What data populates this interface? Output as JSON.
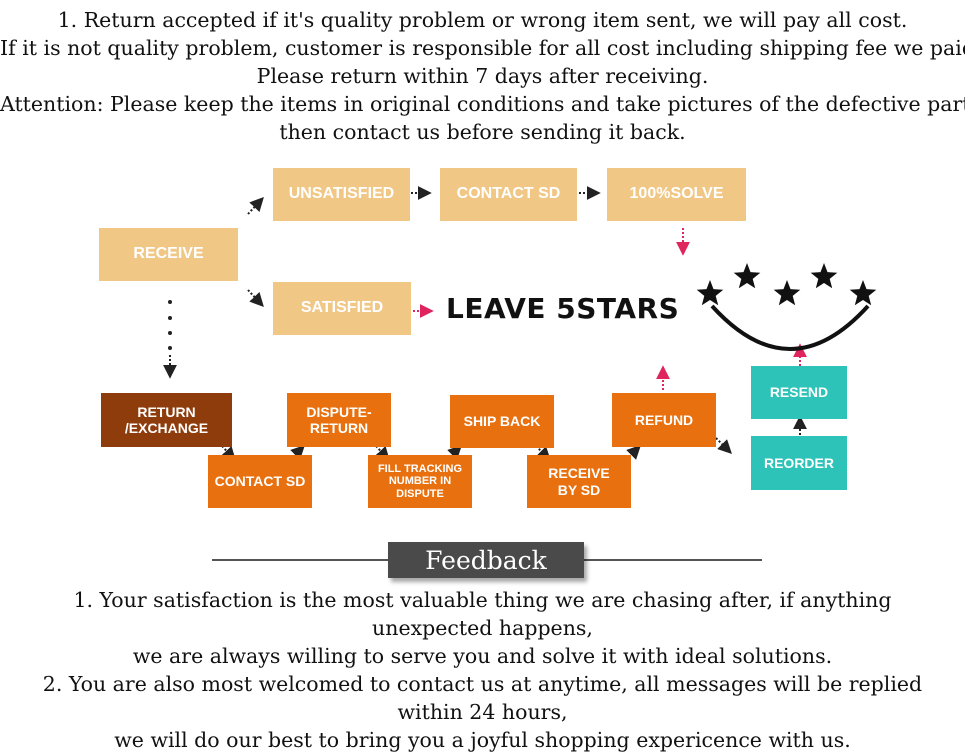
{
  "return_policy": {
    "lines": [
      "1. Return accepted if it's quality problem or wrong item sent, we will pay all cost.",
      "If it is not quality problem, customer is responsible for all cost including shipping fee we paid.",
      "Please return within 7 days after receiving.",
      "Attention: Please keep the items in original conditions and take pictures of the defective part,",
      "then contact us before sending it back."
    ]
  },
  "diagram": {
    "receive": "RECEIVE",
    "unsatisfied": "UNSATISFIED",
    "contact_sd_top": "CONTACT SD",
    "solve": "100%SOLVE",
    "satisfied": "SATISFIED",
    "leave_stars": "LEAVE 5STARS",
    "return_exchange": [
      "RETURN",
      "/EXCHANGE"
    ],
    "contact_sd_bottom": "CONTACT SD",
    "dispute_return": [
      "DISPUTE-",
      "RETURN"
    ],
    "fill_tracking": [
      "FILL TRACKING",
      "NUMBER IN",
      "DISPUTE"
    ],
    "ship_back": "SHIP BACK",
    "receive_by_sd": [
      "RECEIVE",
      "BY SD"
    ],
    "refund": "REFUND",
    "resend": "RESEND",
    "reorder": "REORDER",
    "colors": {
      "peach": "#f1c785",
      "orange": "#e8700e",
      "brown": "#8e3c0b",
      "teal": "#2ec3b8",
      "arrow_pink": "#e0245e"
    }
  },
  "feedback": {
    "title": "Feedback",
    "lines": [
      "1. Your satisfaction is the most valuable thing we are chasing after, if anything unexpected happens,",
      "we are always willing to serve you and solve it with ideal solutions.",
      "2. You are also most welcomed to contact us at anytime, all messages will be replied within 24 hours,",
      "we will do our best to bring you a joyful shopping expericence with us."
    ]
  }
}
